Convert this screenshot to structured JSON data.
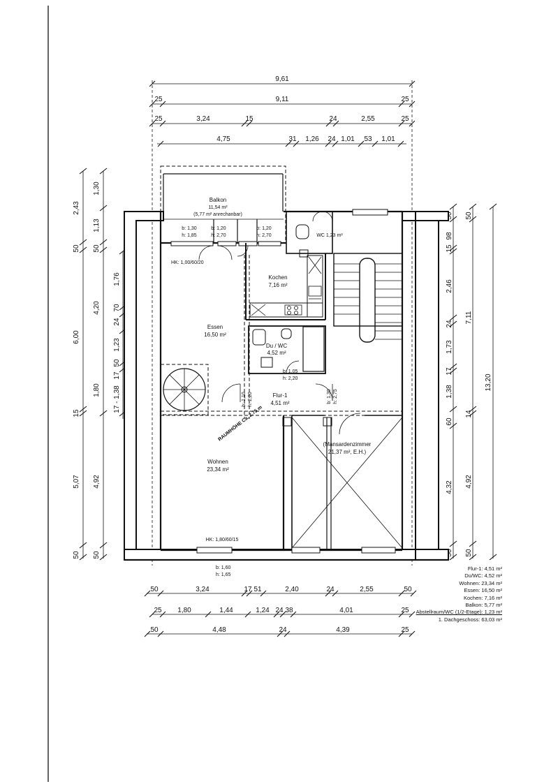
{
  "dimensions": {
    "top": {
      "row1": "9,61",
      "row2": [
        "25",
        "9,11",
        "25"
      ],
      "row3": [
        "25",
        "3,24",
        "15",
        "24",
        "2,55",
        "25"
      ],
      "row4": [
        "4,75",
        "31",
        "1,26",
        "24",
        "1,01",
        "53",
        "1,01"
      ]
    },
    "bottom": {
      "row1": [
        "50",
        "3,24",
        "17",
        "51",
        "2,40",
        "24",
        "2,55",
        "50"
      ],
      "row2": [
        "25",
        "1,80",
        "1,44",
        "1,24",
        "24",
        "38",
        "4,01",
        "25"
      ],
      "row3": [
        "50",
        "4,48",
        "24",
        "4,39",
        "25"
      ]
    },
    "left": {
      "outer": [
        "2,43",
        "50",
        "6,00",
        "15",
        "5,07",
        "50"
      ],
      "inner": [
        "1,30",
        "1,13",
        "50",
        "1,76",
        "4,20",
        "24",
        "70",
        "1,23",
        "50",
        "17",
        "1,80",
        "17 - 1,38",
        "4,92",
        "50"
      ]
    },
    "right": {
      "inner": [
        "50",
        "15",
        "98",
        "2,46",
        "24",
        "1,73",
        "17",
        "1,38",
        "60",
        "4,32",
        "50"
      ],
      "mid": [
        "50",
        "7,11",
        "14",
        "4,92",
        "50"
      ],
      "outer": "13,20"
    }
  },
  "rooms": {
    "balkon": {
      "name": "Balkon",
      "area": "11,54 m²",
      "note": "(5,77 m² anrechanbar)"
    },
    "wc": {
      "label": "WC 1,23 m²"
    },
    "kochen": {
      "name": "Kochen",
      "area": "7,16 m²"
    },
    "essen": {
      "name": "Essen",
      "area": "16,50 m²"
    },
    "duwc": {
      "name": "Du / WC",
      "area": "4,52 m²"
    },
    "flur": {
      "name": "Flur-1",
      "area": "4,51 m²"
    },
    "wohnen": {
      "name": "Wohnen",
      "area": "23,34 m²"
    },
    "mansarde": {
      "name": "(Mansardenzimmer",
      "area": "21,37 m², E.H.)"
    }
  },
  "openings": {
    "balkon_w1": {
      "b": "b: 1,30",
      "h": "h: 1,85"
    },
    "balkon_w2": {
      "b": "b: 1,20",
      "h": "h: 2,70"
    },
    "balkon_w3": {
      "b": "b: 1,20",
      "h": "h: 2,70"
    },
    "door_flur_left": {
      "b": "b: 1,10",
      "h": "h: 2,20"
    },
    "door_du": {
      "b": "b: 1,05",
      "h": "h: 2,20"
    },
    "door_flur_right": {
      "b": "b: 1,30",
      "h": "h: 2,75"
    },
    "window_wohnen": {
      "b": "b: 1,60",
      "h": "h: 1,65"
    },
    "hk_top": "HK: 1,00/60/20",
    "hk_bottom": "HK: 1,80/60/15",
    "raumhoehe": "RAUMHÖHE Ca. 2,75 m"
  },
  "legend": [
    "Flur-1:  4,51 m²",
    "Du/WC:  4,52 m²",
    "Wohnen:  23,34 m²",
    "Essen:  16,50 m²",
    "Kochen:  7,16 m²",
    "Balkon:  5,77 m²",
    "Abstellraum/WC (1/2-Etage):  1,23 m²",
    "1. Dachgeschoss: 63,03 m²"
  ]
}
